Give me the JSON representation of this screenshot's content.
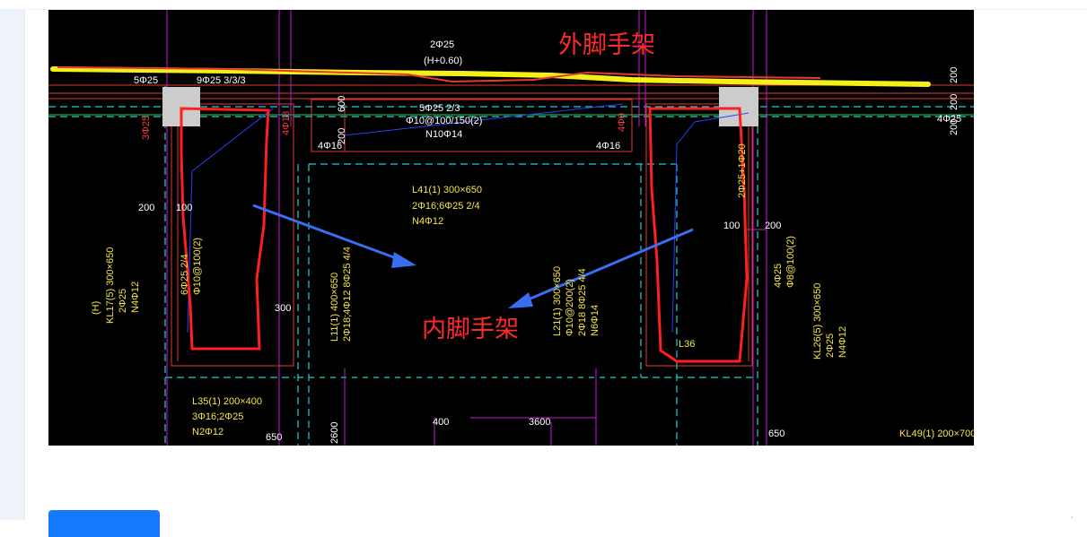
{
  "annotations": {
    "outer": "外脚手架",
    "inner": "内脚手架"
  },
  "cad": {
    "top_beam": {
      "line1": "2Φ25",
      "line2": "(H+0.60)",
      "line3": "5Φ25 2/3",
      "line4": "Φ10@100/150(2)",
      "line5": "N10Φ14"
    },
    "dims": {
      "d200_right_top": "200",
      "d200_right_mid": "200",
      "d200_right_low": "200",
      "d600": "600",
      "d200_mid": "200",
      "d200_left": "200",
      "d100_left": "100",
      "d100_right": "100",
      "d200_right": "200",
      "d300": "300",
      "d400": "400",
      "d3600": "3600",
      "d650_left": "650",
      "d650_right": "650",
      "d2600": "2600"
    },
    "labels": {
      "l41_a": "L41(1) 300×650",
      "l41_b": "2Φ16;6Φ25 2/4",
      "l41_c": "N4Φ12",
      "l35_a": "L35(1) 200×400",
      "l35_b": "3Φ16;2Φ25",
      "l35_c": "N2Φ12",
      "l36": "L36",
      "kl17_a": "KL17(5) 300×650",
      "kl17_b": "2Φ25",
      "kl17_c": "N4Φ12",
      "kl26_a": "KL26(5) 300×650",
      "kl26_b": "2Φ25",
      "kl26_c": "N4Φ12",
      "kl49": "KL49(1) 200×700",
      "l11_a": "L11(1) 400×650",
      "l11_b": "2Φ18;4Φ12 8Φ25 4/4",
      "l21_a": "L21(1) 300×650",
      "l21_b": "Φ10@200(2)",
      "l21_c": "2Φ18 8Φ25 4/4",
      "l21_d": "N6Φ14",
      "r_vert_a": "4Φ25",
      "r_vert_b": "Φ8@100(2)",
      "r_vert_c": "2Φ25+1Φ20",
      "l_vert_a": "6Φ25 2/4",
      "l_vert_b": "Φ10@100(2)",
      "top_left_1": "5Φ25",
      "top_left_2": "9Φ25 3/3/3",
      "side_4phi16_a": "4Φ16",
      "side_4phi16_b": "4Φ16",
      "side_4phi18": "4Φ18",
      "side_4phi0": "4Φ0",
      "h_label": "(H)",
      "right_4phi25": "4Φ25",
      "left_3phi25": "3Φ25"
    }
  },
  "button": {
    "label": ""
  }
}
